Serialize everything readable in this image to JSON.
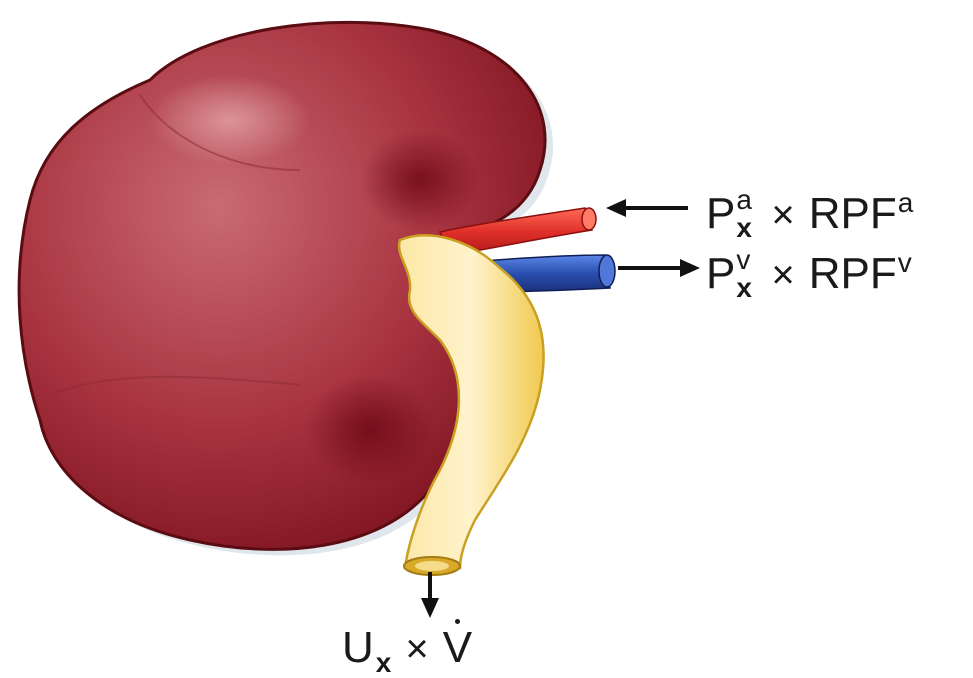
{
  "labels": {
    "arterial": {
      "P": "P",
      "sup": "a",
      "sub": "x",
      "times": "×",
      "RPF": "RPF",
      "rpf_sup": "a"
    },
    "venous": {
      "P": "P",
      "sup": "v",
      "sub": "x",
      "times": "×",
      "RPF": "RPF",
      "rpf_sup": "v"
    },
    "urine": {
      "U": "U",
      "sub": "x",
      "times": "×",
      "V": "V"
    }
  },
  "colors": {
    "kidney": "#8b1a24",
    "artery": "#e0302a",
    "vein": "#2a4fb0",
    "ureter": "#f6dc8a",
    "arrow": "#111111"
  }
}
